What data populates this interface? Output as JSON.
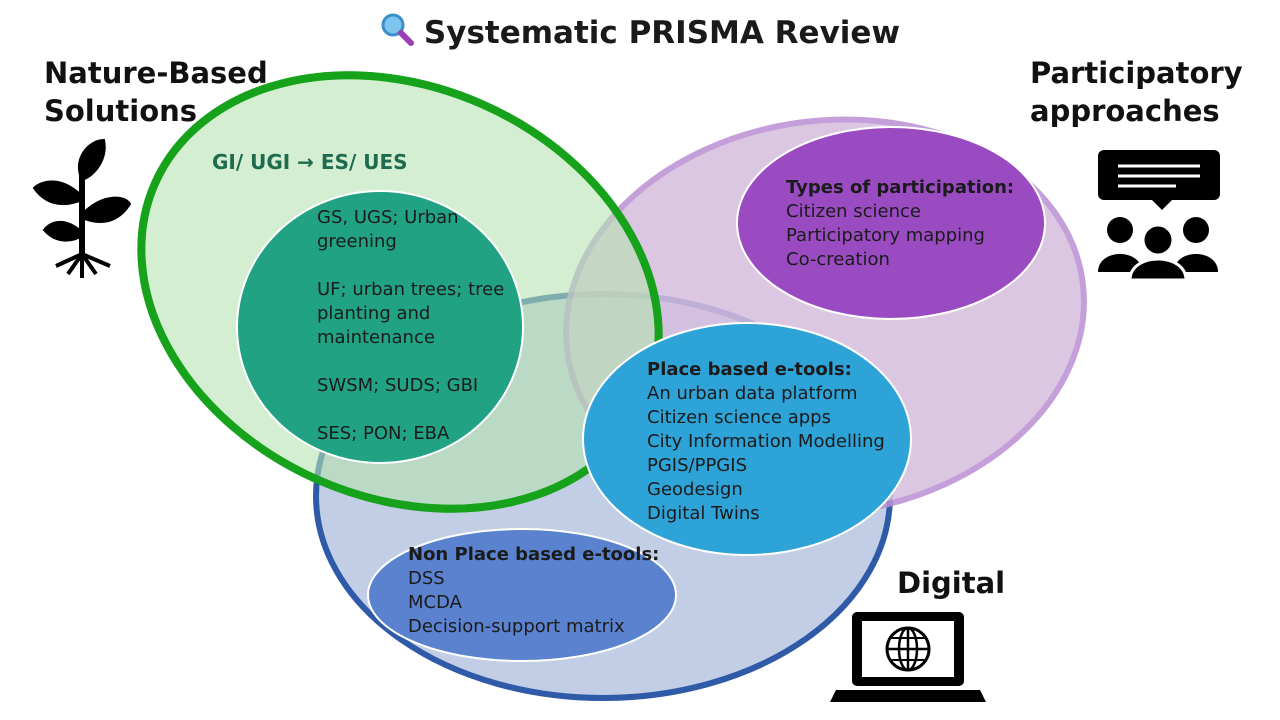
{
  "title": "Systematic PRISMA Review",
  "labels": {
    "nbs": [
      "Nature-Based",
      "Solutions"
    ],
    "participatory": [
      "Participatory",
      "approaches"
    ],
    "digital": "Digital"
  },
  "gi_heading": "GI/ UGI  → ES/ UES",
  "nbs_items": [
    "GS, UGS; Urban",
    "greening",
    "",
    "UF; urban trees; tree",
    "planting and",
    "maintenance",
    "",
    "SWSM; SUDS; GBI",
    "",
    "SES; PON; EBA"
  ],
  "participation": {
    "heading": "Types of participation:",
    "items": [
      "Citizen science",
      "Participatory mapping",
      "Co-creation"
    ]
  },
  "place_based": {
    "heading": "Place based e-tools:",
    "items": [
      "An urban data platform",
      "Citizen science apps",
      "City Information Modelling",
      "PGIS/PPGIS",
      "Geodesign",
      "Digital Twins"
    ]
  },
  "non_place_based": {
    "heading": "Non Place based e-tools:",
    "items": [
      "DSS",
      "MCDA",
      "Decision-support matrix"
    ]
  },
  "colors": {
    "nbs_fill": "#b6e3b1",
    "nbs_stroke": "#16a21a",
    "nbs_inner": "#21a383",
    "part_fill": "#d7bedf",
    "part_stroke": "#bb8fd4",
    "part_inner": "#9a4bc2",
    "digital_fill": "#c2cee6",
    "digital_stroke": "#2f5aa8",
    "place_inner": "#2ea3d7",
    "nonplace_inner": "#5a82cf"
  },
  "icons": [
    "magnifier-icon",
    "plant-icon",
    "people-speech-icon",
    "laptop-globe-icon"
  ]
}
